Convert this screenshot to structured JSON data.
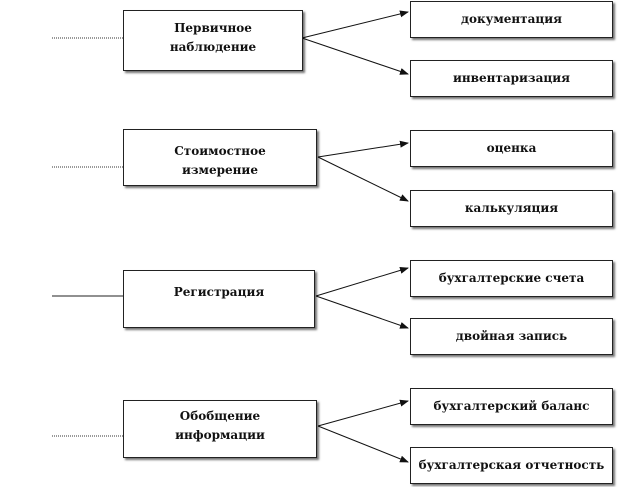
{
  "stages": [
    {
      "label": "Первичное\nнаблюдение",
      "results": [
        "документация",
        "инвентаризация"
      ]
    },
    {
      "label": "Стоимостное\nизмерение",
      "results": [
        "оценка",
        "калькуляция"
      ]
    },
    {
      "label": "Регистрация",
      "results": [
        "бухгалтерские  счета",
        "двойная запись"
      ]
    },
    {
      "label": "Обобщение\nинформации",
      "results": [
        "бухгалтерский  баланс",
        "бухгалтерская  отчетность"
      ]
    }
  ]
}
